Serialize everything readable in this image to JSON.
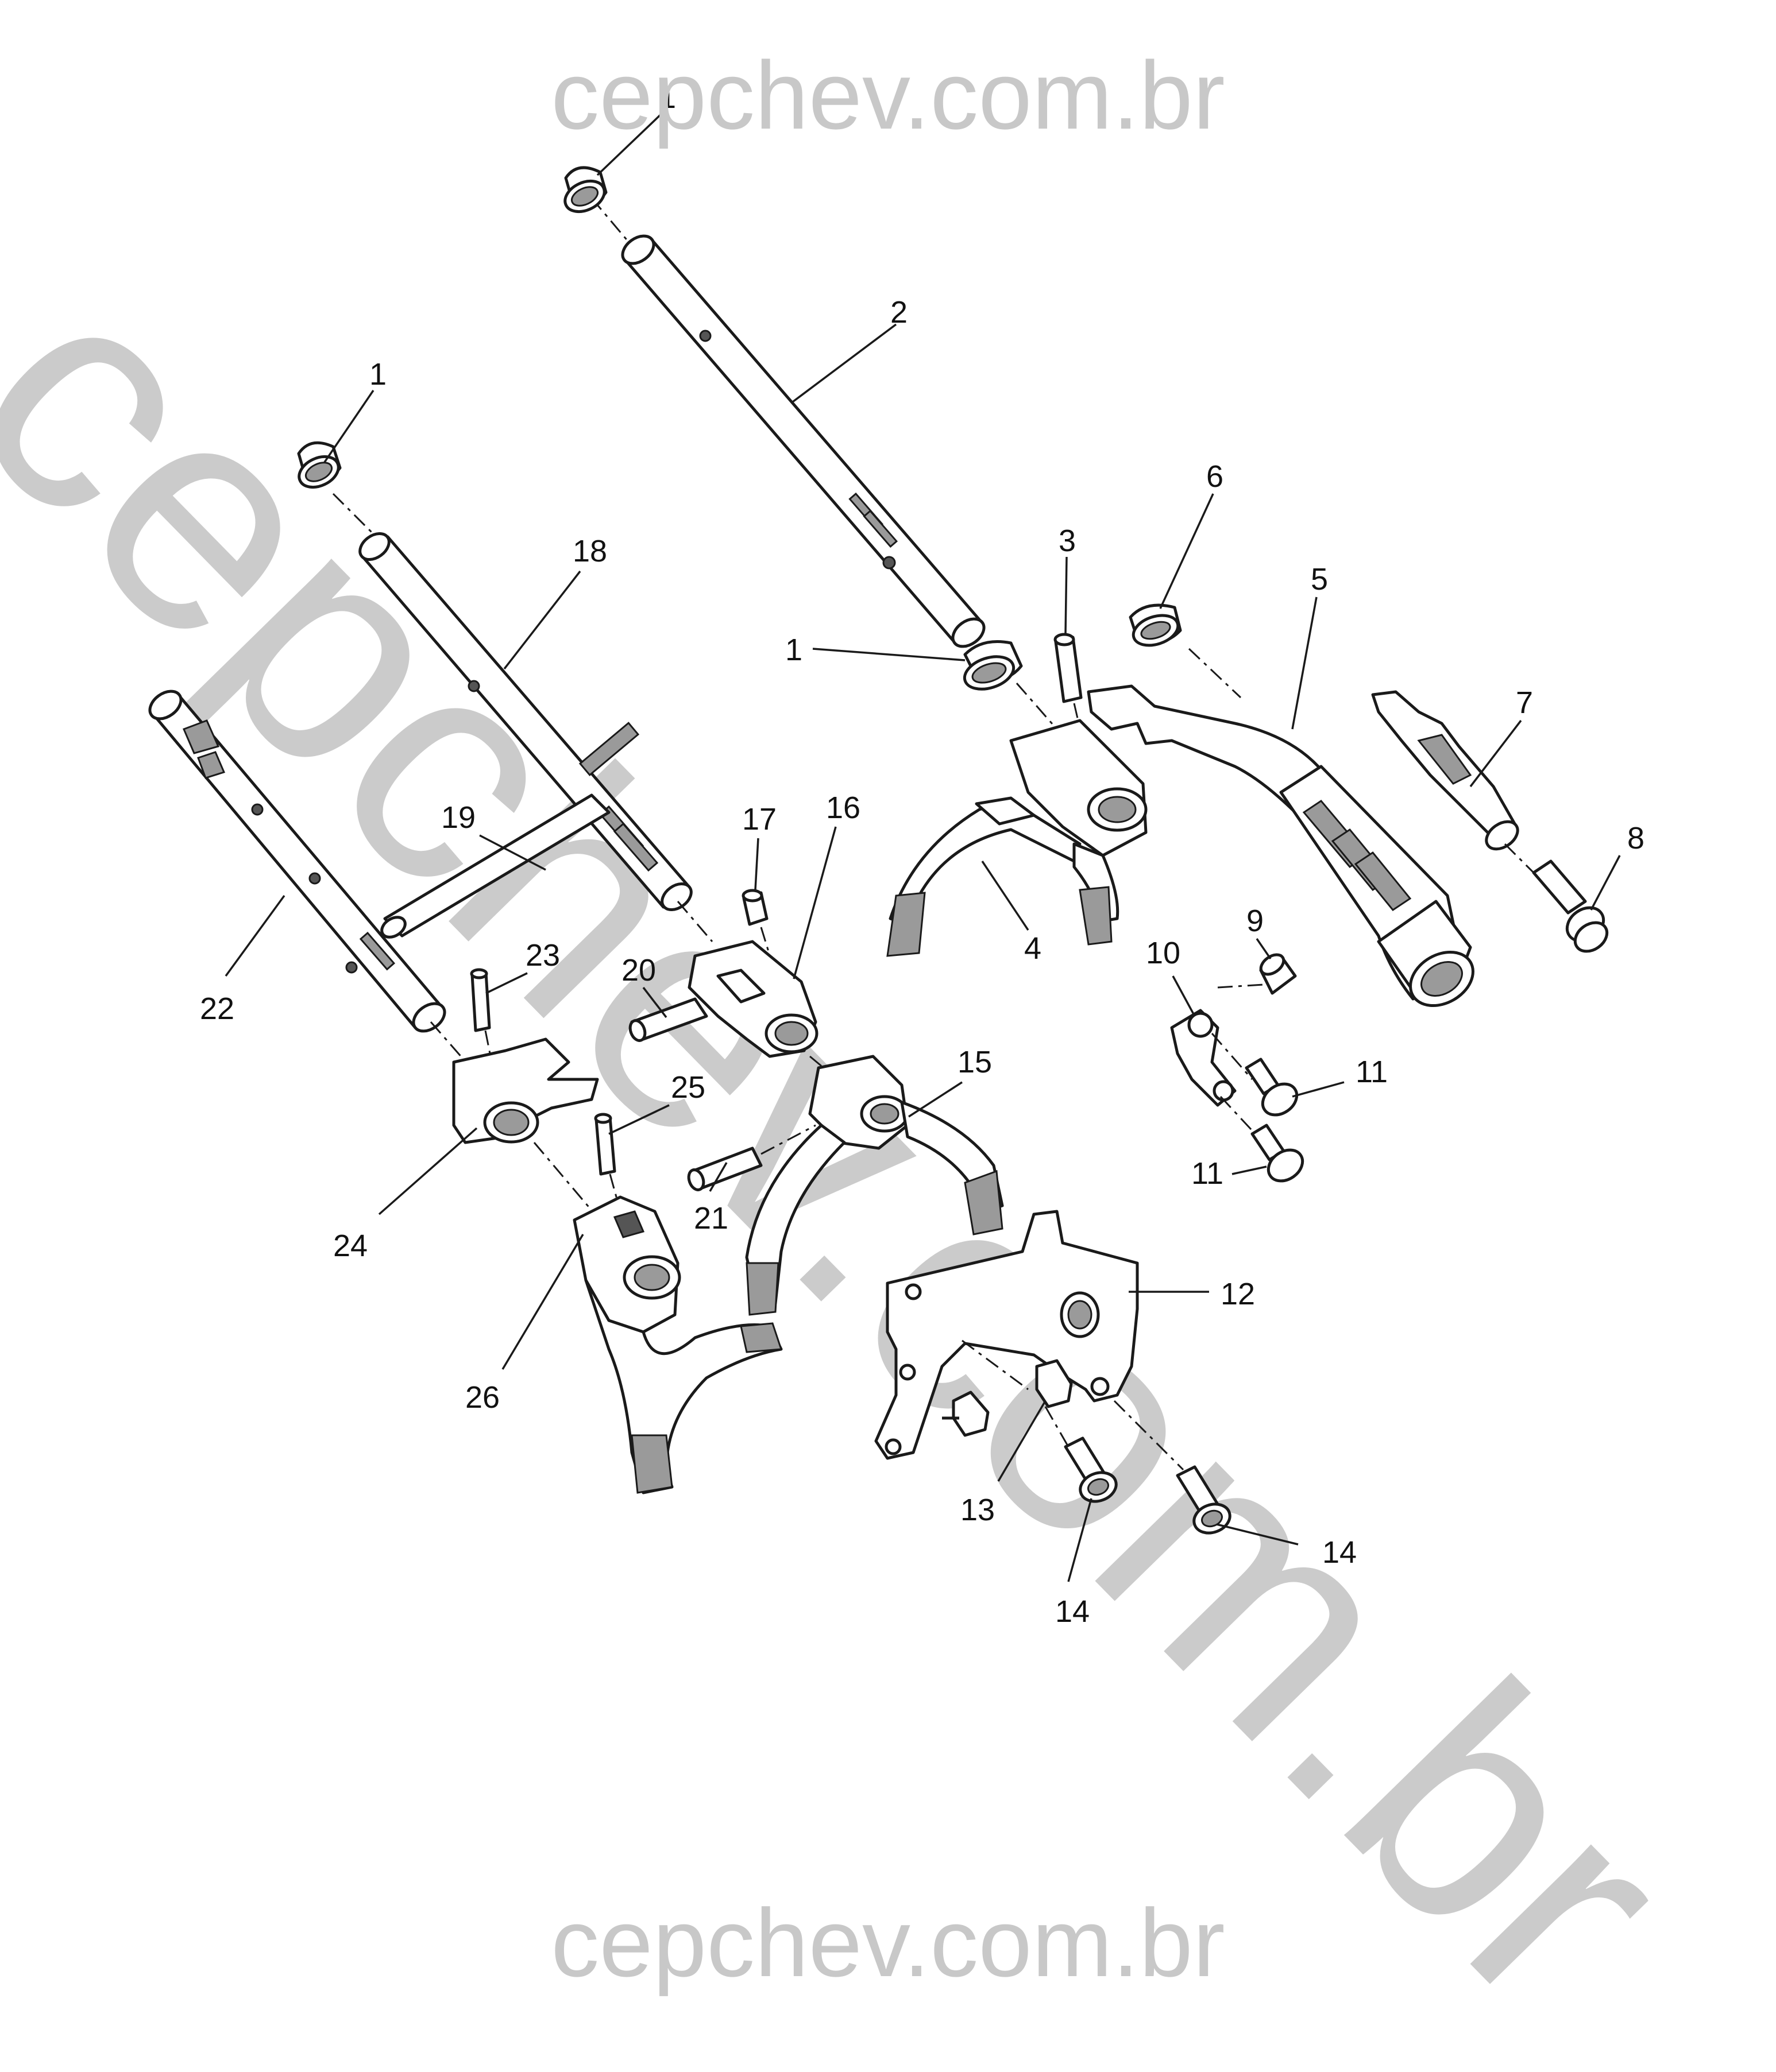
{
  "watermark": {
    "top": "cepchev.com.br",
    "diagonal": "cepchev.com.br",
    "bottom": "cepchev.com.br"
  },
  "callouts": [
    {
      "id": "c1a",
      "label": "1"
    },
    {
      "id": "c2",
      "label": "2"
    },
    {
      "id": "c1b",
      "label": "1"
    },
    {
      "id": "c18",
      "label": "18"
    },
    {
      "id": "c1c",
      "label": "1"
    },
    {
      "id": "c3",
      "label": "3"
    },
    {
      "id": "c6",
      "label": "6"
    },
    {
      "id": "c5",
      "label": "5"
    },
    {
      "id": "c7",
      "label": "7"
    },
    {
      "id": "c8",
      "label": "8"
    },
    {
      "id": "c4",
      "label": "4"
    },
    {
      "id": "c9",
      "label": "9"
    },
    {
      "id": "c10",
      "label": "10"
    },
    {
      "id": "c11a",
      "label": "11"
    },
    {
      "id": "c11b",
      "label": "11"
    },
    {
      "id": "c17",
      "label": "17"
    },
    {
      "id": "c16",
      "label": "16"
    },
    {
      "id": "c19",
      "label": "19"
    },
    {
      "id": "c20",
      "label": "20"
    },
    {
      "id": "c22",
      "label": "22"
    },
    {
      "id": "c23",
      "label": "23"
    },
    {
      "id": "c15",
      "label": "15"
    },
    {
      "id": "c25",
      "label": "25"
    },
    {
      "id": "c21",
      "label": "21"
    },
    {
      "id": "c24",
      "label": "24"
    },
    {
      "id": "c12",
      "label": "12"
    },
    {
      "id": "c26",
      "label": "26"
    },
    {
      "id": "c13",
      "label": "13"
    },
    {
      "id": "c14a",
      "label": "14"
    },
    {
      "id": "c14b",
      "label": "14"
    }
  ]
}
